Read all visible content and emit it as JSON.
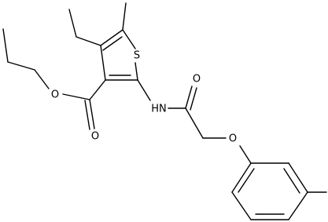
{
  "molecule": {
    "atom_labels": {
      "sulfur": "S",
      "amide_nitrogen": "HN",
      "amide_oxygen": "O",
      "ether_oxygen": "O",
      "ester_single_oxygen": "O",
      "ester_carbonyl_oxygen": "O"
    },
    "colors": {
      "bond": "#000000",
      "label": "#000000",
      "background": "#ffffff"
    }
  }
}
